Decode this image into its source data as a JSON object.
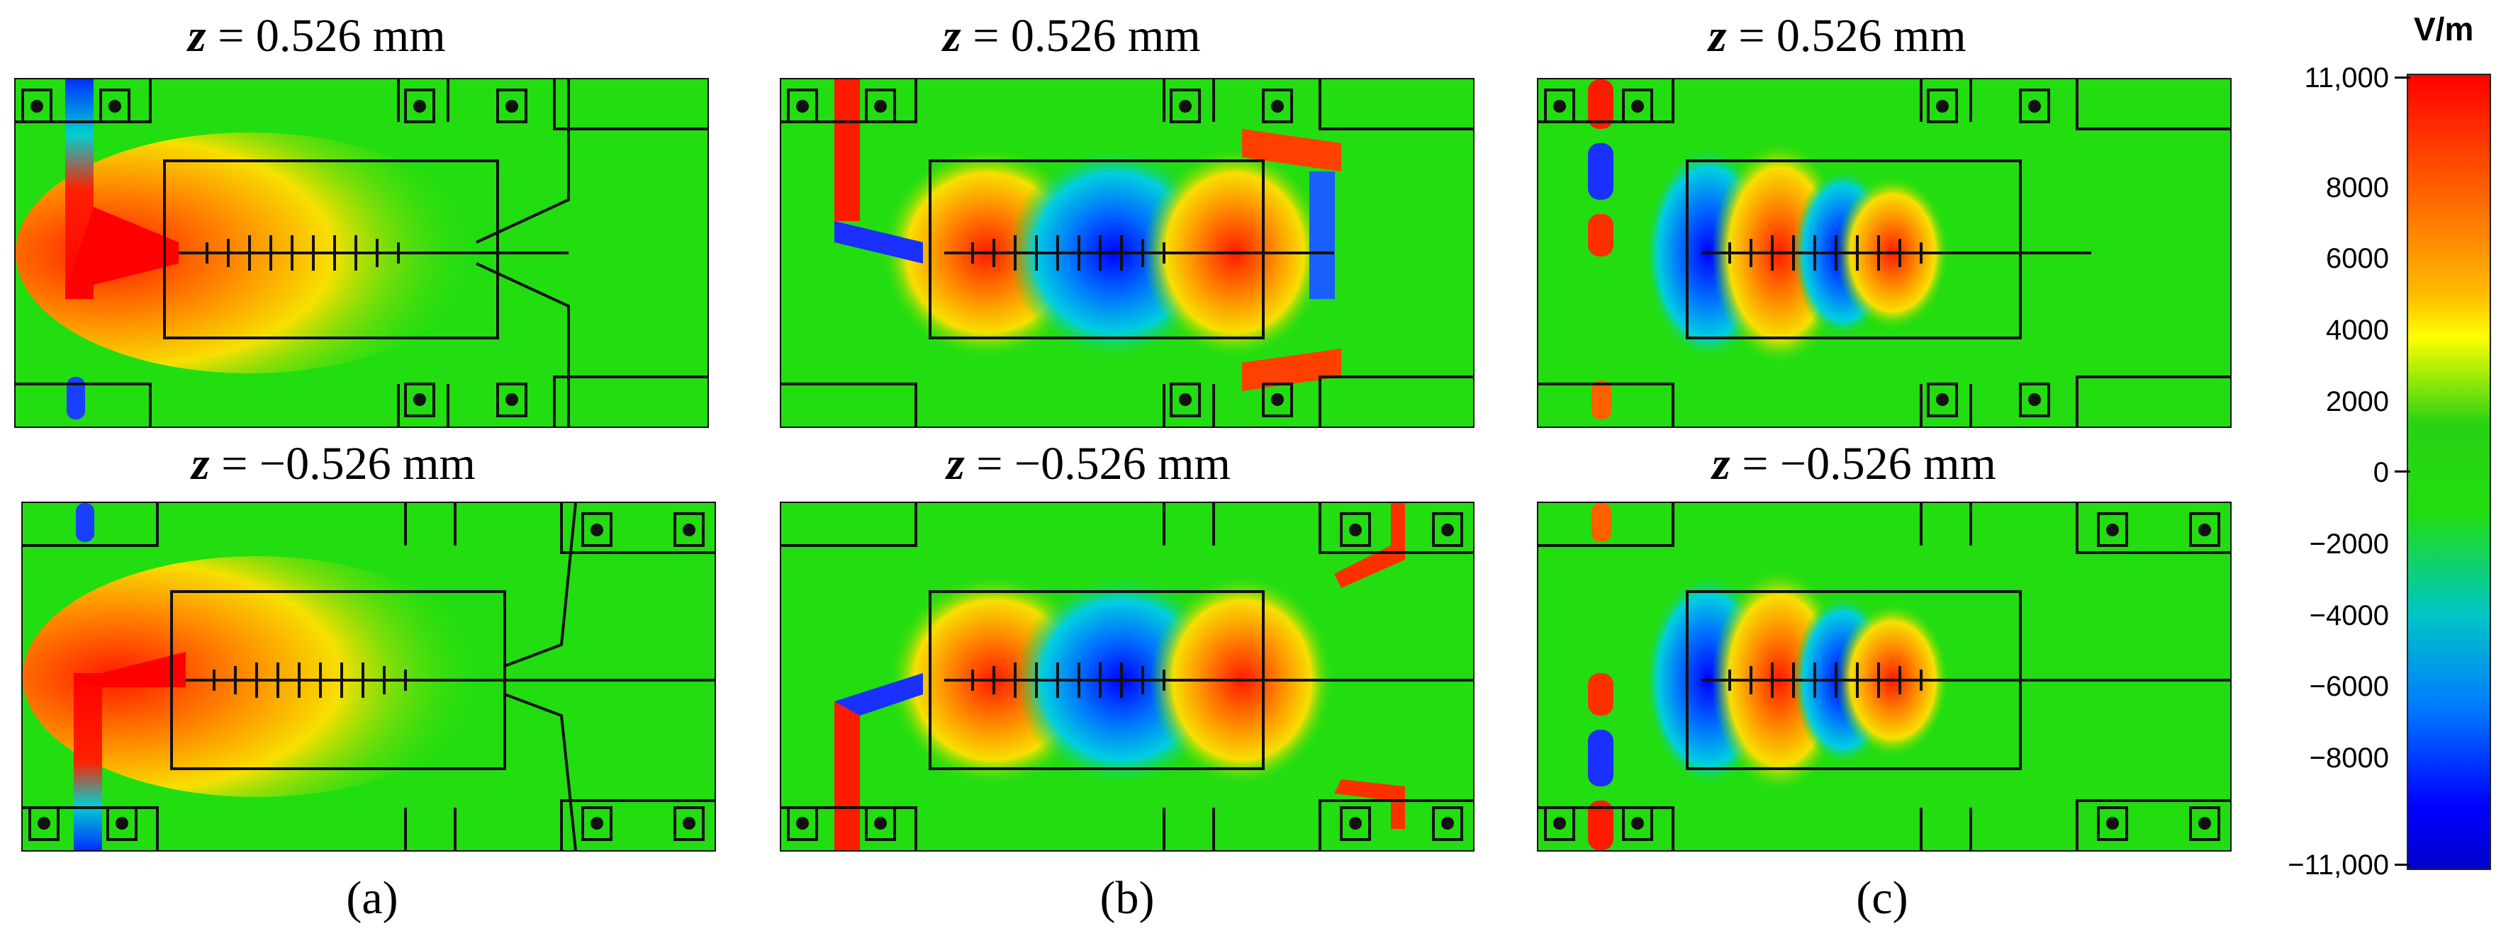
{
  "panel_titles": {
    "a_top": {
      "prefix": "z",
      "text": " = 0.526 mm"
    },
    "b_top": {
      "prefix": "z",
      "text": " = 0.526 mm"
    },
    "c_top": {
      "prefix": "z",
      "text": " = 0.526 mm"
    },
    "a_bottom": {
      "prefix": "z",
      "text": " = −0.526 mm"
    },
    "b_bottom": {
      "prefix": "z",
      "text": " = −0.526 mm"
    },
    "c_bottom": {
      "prefix": "z",
      "text": " = −0.526 mm"
    }
  },
  "captions": [
    "(a)",
    "(b)",
    "(c)"
  ],
  "colorbar": {
    "unit": "V/m",
    "ticks": [
      "11,000",
      "8000",
      "6000",
      "4000",
      "2000",
      "0",
      "−2000",
      "−4000",
      "−6000",
      "−8000",
      "−11,000"
    ],
    "min": -11000,
    "max": 11000,
    "colors": {
      "max": "#ff0000",
      "zero": "#22dd10",
      "min": "#0000ff"
    }
  }
}
